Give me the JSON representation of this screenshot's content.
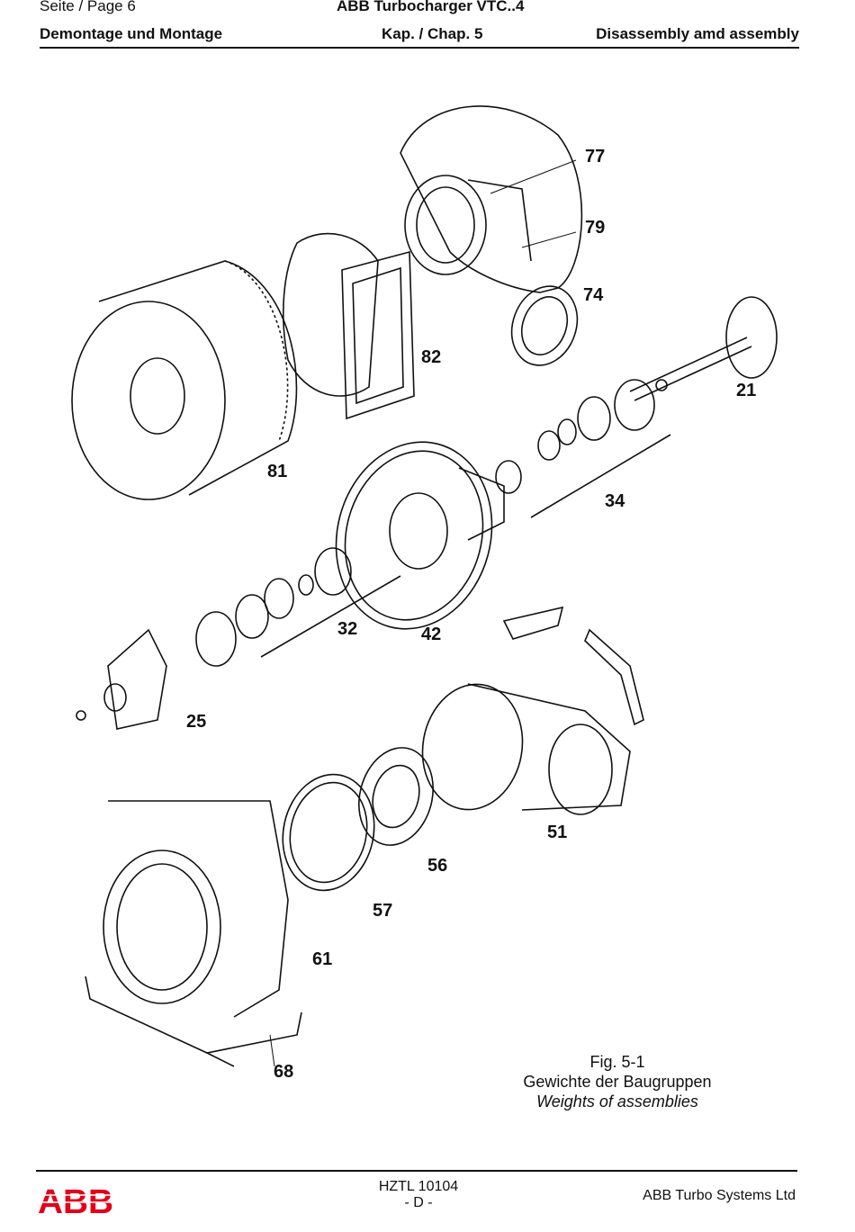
{
  "header": {
    "page": "Seite / Page  6",
    "product": "ABB Turbocharger VTC..4",
    "section_de": "Demontage und Montage",
    "chapter": "Kap. / Chap. 5",
    "section_en": "Disassembly amd assembly"
  },
  "figure": {
    "parts": [
      "77",
      "79",
      "74",
      "82",
      "21",
      "81",
      "34",
      "32",
      "42",
      "25",
      "51",
      "56",
      "57",
      "61",
      "68"
    ],
    "caption_number": "Fig. 5-1",
    "caption_de": "Gewichte der Baugruppen",
    "caption_en": "Weights of assemblies"
  },
  "footer": {
    "logo_text": "ABB",
    "doc_no": "HZTL 10104",
    "lang": "- D -",
    "company": "ABB Turbo Systems Ltd"
  },
  "colors": {
    "logo_red": "#e2001a",
    "ink": "#111111"
  }
}
